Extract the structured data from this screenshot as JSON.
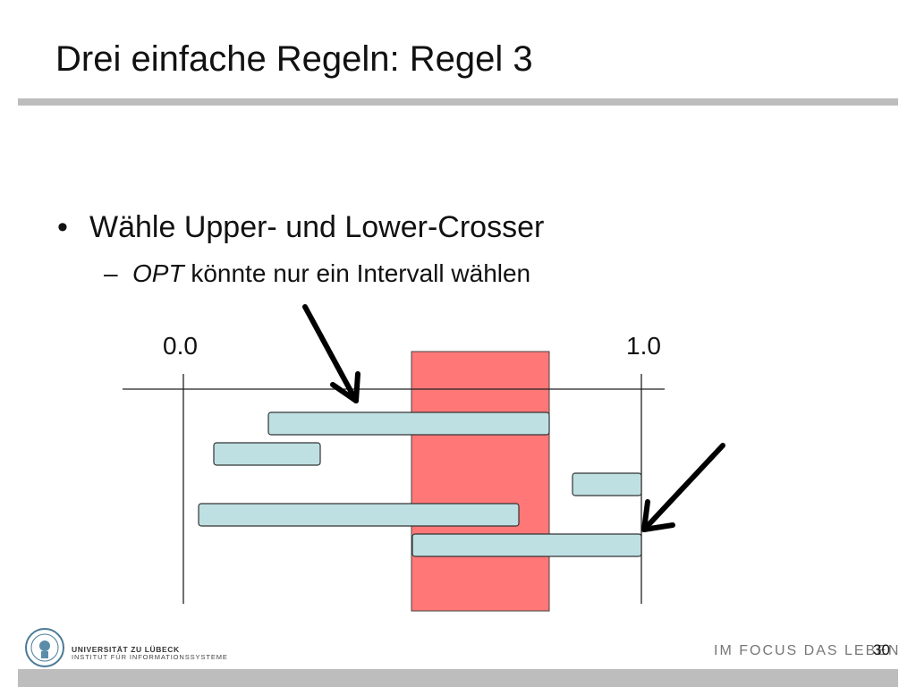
{
  "slide": {
    "title": "Drei einfache Regeln: Regel 3",
    "bullet": "Wähle Upper- und Lower-Crosser",
    "sub_dash": "–",
    "sub_em": "OPT",
    "sub_rest": " könnte nur ein Intervall wählen"
  },
  "diagram": {
    "label_left": "0.0",
    "label_right": "1.0",
    "highlight_color": "#ff7777",
    "interval_color": "#bfe0e3"
  },
  "footer": {
    "university": "UNIVERSITÄT ZU LÜBECK",
    "institute": "INSTITUT FÜR INFORMATIONSSYSTEME",
    "motto": "IM FOCUS DAS LEBEN",
    "page_number": "30"
  }
}
